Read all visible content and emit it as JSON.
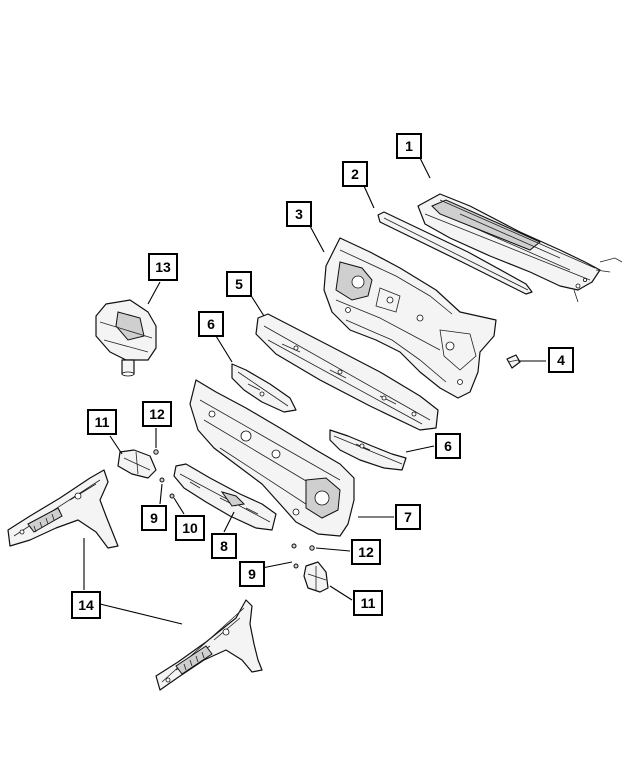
{
  "callouts": {
    "c1": "1",
    "c2": "2",
    "c3": "3",
    "c4": "4",
    "c5": "5",
    "c6a": "6",
    "c6b": "6",
    "c7": "7",
    "c8": "8",
    "c9a": "9",
    "c9b": "9",
    "c10": "10",
    "c11a": "11",
    "c11b": "11",
    "c12a": "12",
    "c12b": "12",
    "c13": "13",
    "c14": "14"
  }
}
